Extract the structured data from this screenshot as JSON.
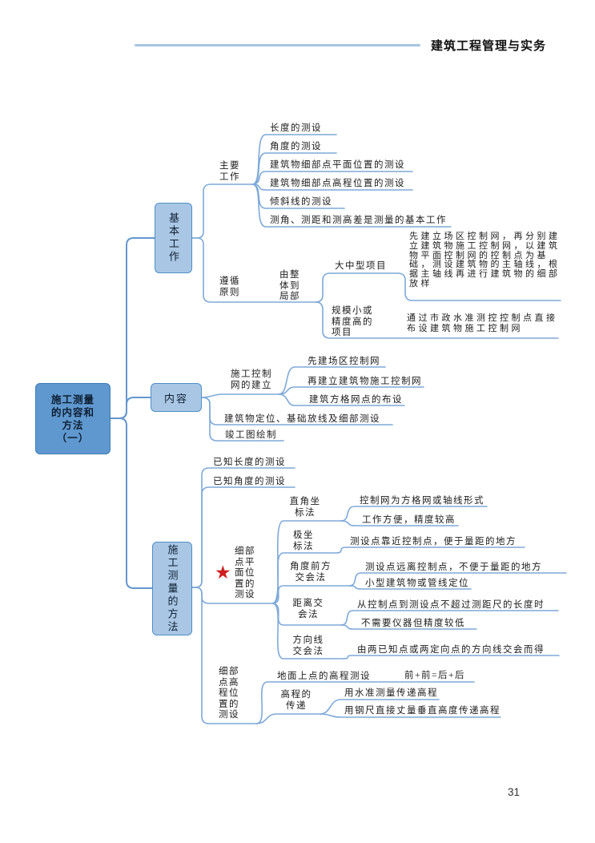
{
  "header": {
    "title": "建筑工程管理与实务"
  },
  "page_number": "31",
  "icons": {
    "star": "★"
  },
  "colors": {
    "root_fill": "#5f98cf",
    "branch_fill": "#a9c7e5",
    "node_border": "#4e8fc7",
    "connector": "#7ea9d8",
    "star_red": "#ce1e1e",
    "header_line": "#a8c6e4"
  },
  "mindmap": {
    "root": "施工测量\n的内容和\n方法\n（一）",
    "basic_work": {
      "label": "基本工作",
      "main_work": {
        "label": "主要工作",
        "items": [
          "长度的测设",
          "角度的测设",
          "建筑物细部点平面位置的测设",
          "建筑物细部点高程位置的测设",
          "倾斜线的测设",
          "测角、测距和测高差是测量的基本工作"
        ]
      },
      "principle": {
        "label": "遵循原则",
        "whole_to_part": {
          "label": "由整体到局部",
          "large_medium_project": {
            "label": "大中型项目",
            "note": "先建立场区控制网，再分别建立建筑物施工控制网，以建筑物平面控制网的控制点为基础，测设建筑物的主轴线，根据主轴线再进行建筑物的细部放样"
          },
          "small_or_high_precision_project": {
            "label": "规模小或精度高的项目",
            "note": "通过市政水准测控控制点直接布设建筑物施工控制网"
          }
        }
      }
    },
    "content": {
      "label": "内容",
      "control_network": {
        "label": "施工控制网的建立",
        "items": [
          "先建场区控制网",
          "再建立建筑物施工控制网",
          "建筑方格网点的布设"
        ]
      },
      "positioning": "建筑物定位、基础放线及细部测设",
      "as_built_drawing": "竣工图绘制"
    },
    "methods": {
      "label": "施工测量的方法",
      "known_length": "已知长度的测设",
      "known_angle": "已知角度的测设",
      "plane_position": {
        "label": "细部点平面位置的测设",
        "methods": [
          {
            "name": "直角坐标法",
            "notes": [
              "控制网为方格网或轴线形式",
              "工作方便，精度较高"
            ]
          },
          {
            "name": "极坐标法",
            "notes": [
              "测设点靠近控制点，便于量距的地方"
            ]
          },
          {
            "name": "角度前方交会法",
            "notes": [
              "测设点远离控制点，不便于量距的地方",
              "小型建筑物或管线定位"
            ]
          },
          {
            "name": "距离交会法",
            "notes": [
              "从控制点到测设点不超过测距尺的长度时",
              "不需要仪器但精度较低"
            ]
          },
          {
            "name": "方向线交会法",
            "notes": [
              "由两已知点或两定向点的方向线交会而得"
            ]
          }
        ]
      },
      "elevation_position": {
        "label": "细部点高程位置的测设",
        "ground_point": {
          "label": "地面上点的高程测设",
          "formula": "前+前=后+后"
        },
        "elevation_transfer": {
          "label": "高程的传递",
          "items": [
            "用水准测量传递高程",
            "用钢尺直接丈量垂直高度传递高程"
          ]
        }
      }
    }
  }
}
